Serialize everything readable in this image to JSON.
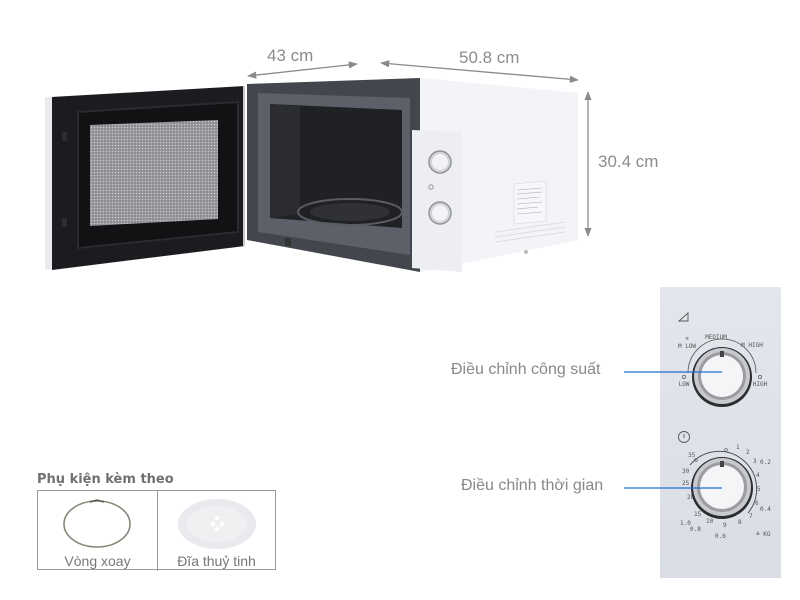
{
  "dimensions": {
    "depth": "43 cm",
    "width": "50.8 cm",
    "height": "30.4 cm"
  },
  "callouts": {
    "power": "Điều chỉnh công suất",
    "timer": "Điều chỉnh thời gian"
  },
  "power_dial": {
    "icon": "power-triangle-icon",
    "labels": {
      "low": "LOW",
      "m_low": "M LOW",
      "medium": "MEDIUM",
      "m_high": "M HIGH",
      "high": "HIGH"
    }
  },
  "timer_dial": {
    "icon": "clock-icon",
    "minutes": [
      "0",
      "1",
      "2",
      "3",
      "4",
      "5",
      "6",
      "7",
      "8",
      "9",
      "10",
      "15",
      "20",
      "25",
      "30",
      "35"
    ],
    "weights": [
      "0.2",
      "0.4",
      "0.6",
      "0.8",
      "1.0"
    ],
    "weight_unit": "KG",
    "defrost_icon": "defrost-icon"
  },
  "accessories": {
    "title": "Phụ kiện kèm theo",
    "items": [
      {
        "label": "Vòng xoay",
        "icon": "rotating-ring-icon"
      },
      {
        "label": "Đĩa thuỷ tinh",
        "icon": "glass-plate-icon"
      }
    ]
  },
  "colors": {
    "callout_line": "#1e6fd0",
    "dimension_text": "#8c8c8c",
    "panel_bg": "#dfe2e9",
    "microwave_body": "#f4f5f8",
    "cavity": "#3a3d44"
  }
}
